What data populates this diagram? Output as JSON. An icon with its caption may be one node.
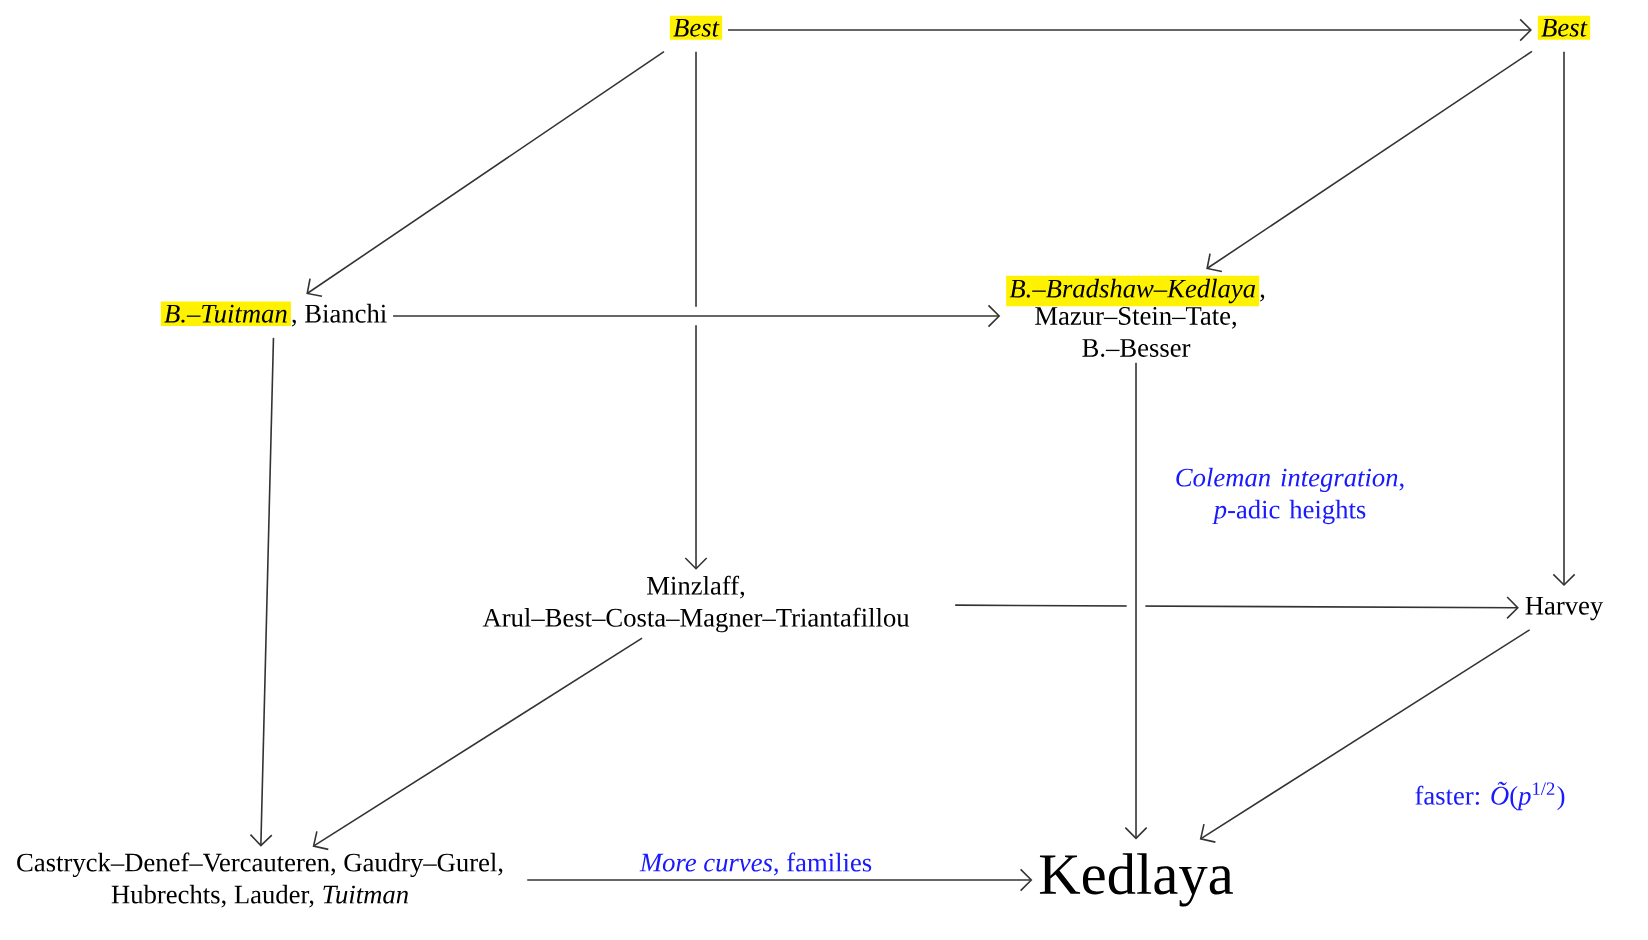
{
  "diagram": {
    "nodes": [
      {
        "text": [
          "Best"
        ]
      },
      {
        "text": [
          "Best"
        ]
      },
      {
        "text": [
          "B.–Tuitman",
          ", Bianchi"
        ]
      },
      {
        "text": [
          "B.–Bradshaw–Kedlaya",
          ",",
          "Mazur–Stein–Tate, B.–Besser"
        ]
      },
      {
        "text": [
          "Minzlaff, Arul–Best–Costa–Magner–Triantafillou"
        ]
      },
      {
        "text": [
          "Harvey"
        ]
      },
      {
        "text": [
          "Castryck–Denef–Vercauteren, Gaudry–Gurel, Hubrechts, Lauder, *Tuitman*"
        ]
      },
      {
        "text": [
          "Kedlaya"
        ]
      }
    ],
    "edges": [
      {
        "from": 0,
        "to": 1,
        "arrow": "to"
      },
      {
        "from": 0,
        "to": 2,
        "arrow": "to"
      },
      {
        "from": 0,
        "to": 4,
        "arrow": "to"
      },
      {
        "from": 1,
        "to": 3,
        "arrow": "to"
      },
      {
        "from": 1,
        "to": 5,
        "arrow": "to"
      },
      {
        "from": 2,
        "to": 3,
        "arrow": "to"
      },
      {
        "from": 2,
        "to": 6,
        "arrow": "to"
      },
      {
        "from": 3,
        "to": 7,
        "arrow": "to",
        "label": "*Coleman integration*, *p*-adic heights"
      },
      {
        "from": 4,
        "to": 5,
        "arrow": "to"
      },
      {
        "from": 4,
        "to": 6,
        "arrow": "to"
      },
      {
        "from": 5,
        "to": 7,
        "arrow": "to",
        "label": "faster: *Õ*(*p*$^{1/2}$)"
      },
      {
        "from": 6,
        "to": 7,
        "arrow": "to",
        "label": "*More curves*, families"
      }
    ]
  }
}
